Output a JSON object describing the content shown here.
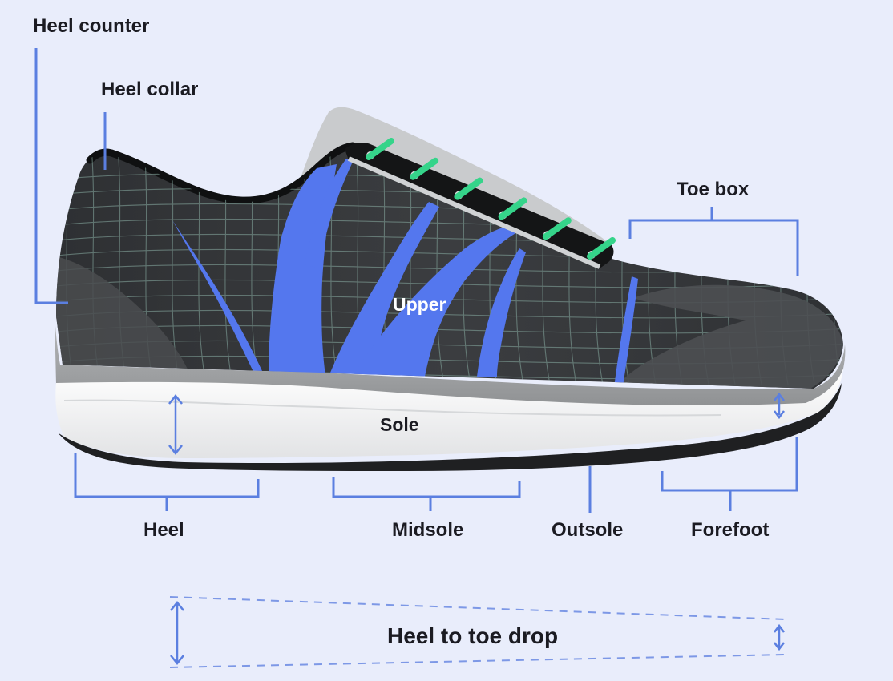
{
  "labels": {
    "heel_counter": "Heel counter",
    "heel_collar": "Heel collar",
    "toe_box": "Toe box",
    "upper": "Upper",
    "sole": "Sole",
    "heel": "Heel",
    "midsole": "Midsole",
    "outsole": "Outsole",
    "forefoot": "Forefoot",
    "heel_to_toe_drop": "Heel to toe drop"
  },
  "colors": {
    "background": "#e9edfb",
    "guide_blue": "#5b7fe0",
    "accent_blue": "#5477ee",
    "lace_green": "#35d48a",
    "upper_dark": "#3a3c3f",
    "midsole_gray": "#a7a9ab",
    "sole_white": "#f7f7f7",
    "outsole_black": "#1f2022"
  },
  "icons": {
    "double_arrow": "double-arrow-icon"
  }
}
